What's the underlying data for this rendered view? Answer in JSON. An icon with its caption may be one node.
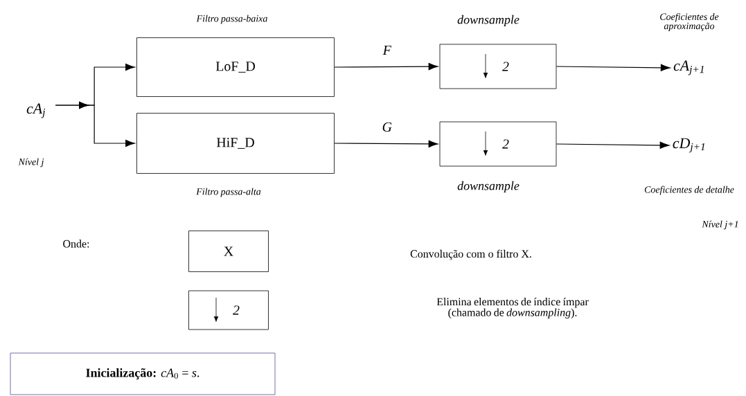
{
  "diagram": {
    "nodes": [
      {
        "text": [
          "cA$_{j}$"
        ]
      },
      {
        "text": [
          "LoF_D"
        ],
        "beside": [
          "Filtro passa-baixa"
        ]
      },
      {
        "text": [
          "HiF_D"
        ],
        "beside": [
          "Filtro passa-alta"
        ]
      },
      {
        "text": [
          "2"
        ],
        "beside": [
          "downsample"
        ]
      },
      {
        "text": [
          "2"
        ],
        "beside": [
          "downsample"
        ]
      },
      {
        "text": [
          "cA$_{j+1}$"
        ],
        "beside": [
          "Coeficientes de aproximação"
        ]
      },
      {
        "text": [
          "cD$_{j+1}$"
        ],
        "beside": [
          "Coeficientes de detalhe"
        ]
      },
      {
        "text": [
          "X"
        ]
      },
      {
        "text": [
          "2"
        ]
      },
      {
        "text": [
          "**Inicialização:**  *cA*$_{0}$ = *s*."
        ]
      }
    ],
    "edges": [
      {
        "from": 0,
        "to": 1,
        "arrow": "to"
      },
      {
        "from": 0,
        "to": 2,
        "arrow": "to"
      },
      {
        "from": 1,
        "to": 3,
        "arrow": "to",
        "label": "F"
      },
      {
        "from": 2,
        "to": 4,
        "arrow": "to",
        "label": "G"
      },
      {
        "from": 3,
        "to": 5,
        "arrow": "to"
      },
      {
        "from": 4,
        "to": 6,
        "arrow": "to"
      }
    ],
    "labels": [
      "Nível j",
      "Onde:",
      "Convolução com o filtro X.",
      "Nível j+1",
      "Elimina elementos de índice ímpar (chamado de *downsampling*)."
    ]
  }
}
